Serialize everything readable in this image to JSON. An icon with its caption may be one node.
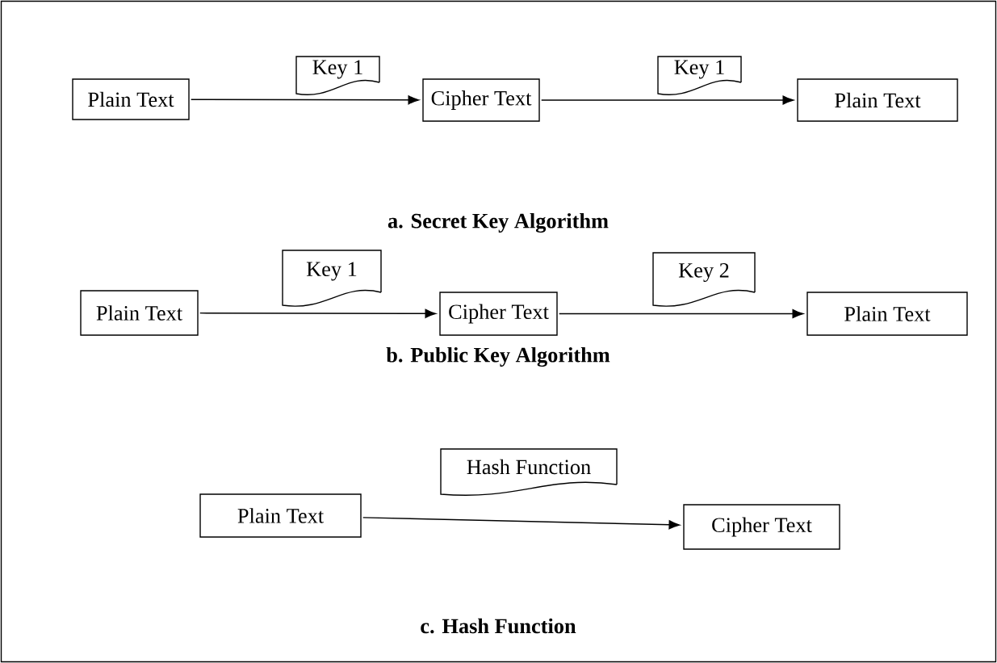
{
  "diagram": {
    "nodes": [
      {
        "text": [
          "Key 1"
        ]
      },
      {
        "text": [
          "Key 1"
        ]
      },
      {
        "text": [
          "Plain Text"
        ]
      },
      {
        "text": [
          "Cipher Text"
        ]
      },
      {
        "text": [
          "Plain Text"
        ]
      },
      {
        "text": [
          "Key 1"
        ]
      },
      {
        "text": [
          "Key 2"
        ]
      },
      {
        "text": [
          "Plain Text"
        ]
      },
      {
        "text": [
          "Cipher Text"
        ]
      },
      {
        "text": [
          "Plain Text"
        ]
      },
      {
        "text": [
          "Hash Function"
        ]
      },
      {
        "text": [
          "Plain Text"
        ]
      },
      {
        "text": [
          "Cipher Text"
        ]
      }
    ],
    "edges": [
      {
        "from": 2,
        "to": 3,
        "arrow": "to"
      },
      {
        "from": 3,
        "to": 4,
        "arrow": "to"
      },
      {
        "from": 7,
        "to": 8,
        "arrow": "to"
      },
      {
        "from": 8,
        "to": 9,
        "arrow": "to"
      },
      {
        "from": 11,
        "to": 12,
        "arrow": "to"
      }
    ],
    "labels": [
      "a. Secret Key Algorithm",
      "b. Public Key Algorithm",
      "c. Hash Function"
    ]
  }
}
